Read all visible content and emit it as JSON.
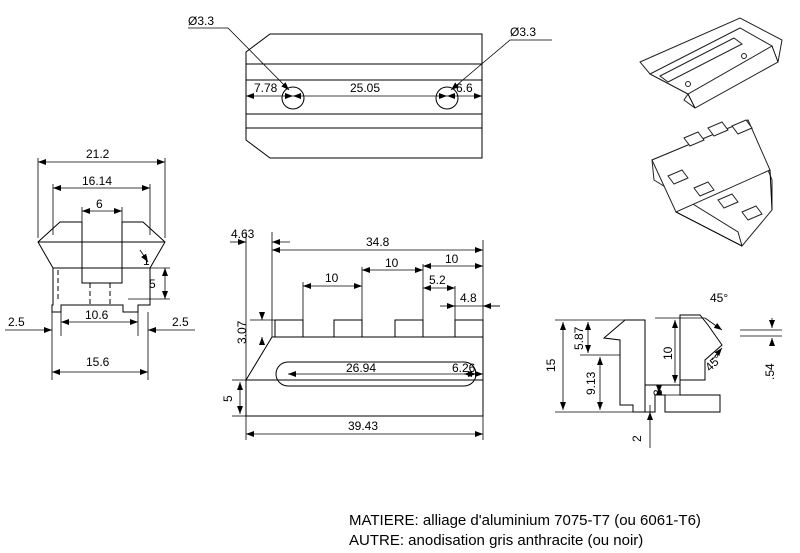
{
  "top_view": {
    "hole_left_label": "Ø3.3",
    "hole_right_label": "Ø3.3",
    "dim_left": "7.78",
    "dim_center": "25.05",
    "dim_right": "6.6"
  },
  "front_view": {
    "width_outer": "21.2",
    "width_mid": "16.14",
    "width_slot": "6",
    "height_5": "5",
    "dim_1": "1",
    "width_base": "10.6",
    "side_left": "2.5",
    "side_right": "2.5",
    "width_bottom": "15.6"
  },
  "side_view": {
    "dim_463": "4.63",
    "dim_348": "34.8",
    "pitch_a": "10",
    "pitch_b": "10",
    "pitch_c": "10",
    "dim_52": "5.2",
    "dim_48": "4.8",
    "dim_307": "3.07",
    "slot_length": "26.94",
    "slot_end": "6.26",
    "slot_height": "5",
    "overall_length": "39.43"
  },
  "section_view": {
    "angle_top": "45°",
    "angle_bottom": "45°",
    "height_15": "15",
    "dim_587": "5.87",
    "dim_913": "9.13",
    "dim_10": "10",
    "dim_3": "3",
    "dim_2": "2",
    "dim_054": ".54"
  },
  "notes": {
    "line1": "MATIERE: alliage d'aluminium 7075-T7 (ou 6061-T6)",
    "line2": "AUTRE: anodisation gris anthracite (ou noir)"
  }
}
